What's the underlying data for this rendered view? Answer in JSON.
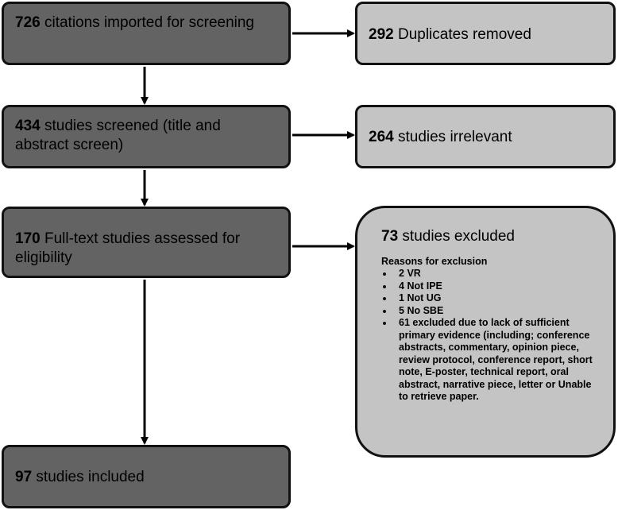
{
  "boxes": {
    "imported": {
      "count": "726",
      "text": "citations imported for screening"
    },
    "duplicates": {
      "count": "292",
      "text": "Duplicates removed"
    },
    "screened": {
      "count": "434",
      "text": "studies screened (title and abstract screen)"
    },
    "irrelevant": {
      "count": "264",
      "text": "studies irrelevant"
    },
    "fulltext": {
      "count": "170",
      "text": "Full-text  studies assessed for eligibility"
    },
    "excluded": {
      "count": "73",
      "text": "studies excluded",
      "reasons_heading": "Reasons for exclusion",
      "reasons": [
        {
          "count": "2",
          "text": "VR"
        },
        {
          "count": "4",
          "text": "Not IPE"
        },
        {
          "count": "1",
          "text": "Not UG"
        },
        {
          "count": "5",
          "text": "No SBE"
        },
        {
          "count": "61",
          "text": "excluded due to lack of sufficient primary evidence (including; conference abstracts, commentary, opinion piece, review protocol, conference report, short note, E-poster, technical report, oral abstract, narrative piece, letter or Unable to retrieve paper."
        }
      ]
    },
    "included": {
      "count": "97",
      "text": "studies included"
    }
  },
  "colors": {
    "dark_box": "#636363",
    "light_box": "#c4c4c4",
    "border": "#111111",
    "arrow": "#000000"
  }
}
